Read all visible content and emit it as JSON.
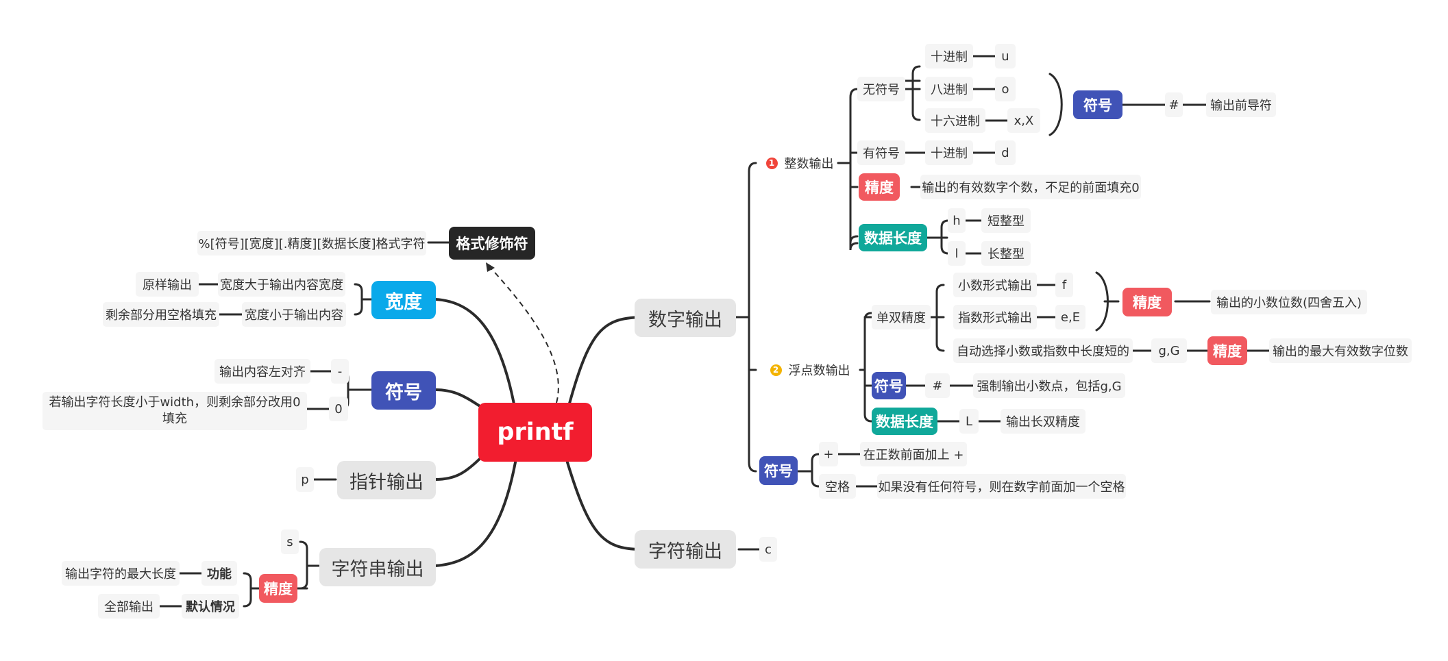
{
  "title": "printf",
  "format_specifier": {
    "label": "格式修饰符",
    "syntax": "%[符号][宽度][.精度][数据长度]格式字符"
  },
  "numeric_output": {
    "label": "数字输出",
    "integer": {
      "marker": "1",
      "label": "整数输出",
      "unsigned": {
        "label": "无符号",
        "decimal": "十进制",
        "decimal_char": "u",
        "octal": "八进制",
        "octal_char": "o",
        "hex": "十六进制",
        "hex_char": "x,X",
        "sign_label": "符号",
        "sign_char": "#",
        "sign_desc": "输出前导符"
      },
      "signed": {
        "label": "有符号",
        "decimal": "十进制",
        "decimal_char": "d"
      },
      "precision": {
        "label": "精度",
        "desc": "输出的有效数字个数，不足的前面填充0"
      },
      "length": {
        "label": "数据长度",
        "h": "h",
        "h_desc": "短整型",
        "l": "l",
        "l_desc": "长整型"
      }
    },
    "float": {
      "marker": "2",
      "label": "浮点数输出",
      "single_double": {
        "label": "单双精度",
        "decimal_form": "小数形式输出",
        "decimal_char": "f",
        "exp_form": "指数形式输出",
        "exp_char": "e,E",
        "precision_label": "精度",
        "precision_desc": "输出的小数位数(四舍五入)",
        "auto_form": "自动选择小数或指数中长度短的",
        "auto_char": "g,G",
        "auto_precision_label": "精度",
        "auto_precision_desc": "输出的最大有效数字位数"
      },
      "sign": {
        "label": "符号",
        "char": "#",
        "desc": "强制输出小数点，包括g,G"
      },
      "length": {
        "label": "数据长度",
        "char": "L",
        "desc": "输出长双精度"
      }
    },
    "sign": {
      "label": "符号",
      "plus": "+",
      "plus_desc": "在正数前面加上 +",
      "space": "空格",
      "space_desc": "如果没有任何符号，则在数字前面加一个空格"
    }
  },
  "char_output": {
    "label": "字符输出",
    "char": "c"
  },
  "width": {
    "label": "宽度",
    "greater": "宽度大于输出内容宽度",
    "greater_desc": "原样输出",
    "less": "宽度小于输出内容",
    "less_desc": "剩余部分用空格填充"
  },
  "sign_left": {
    "label": "符号",
    "minus": "-",
    "minus_desc": "输出内容左对齐",
    "zero": "0",
    "zero_desc": "若输出字符长度小于width，则剩余部分改用0填充"
  },
  "pointer_output": {
    "label": "指针输出",
    "char": "p"
  },
  "string_output": {
    "label": "字符串输出",
    "char": "s",
    "precision": {
      "label": "精度",
      "function": "功能",
      "function_desc": "输出字符的最大长度",
      "default": "默认情况",
      "default_desc": "全部输出"
    }
  },
  "colors": {
    "root": "#f21d2f",
    "blue": "#4053b7",
    "red": "#f1595f",
    "teal": "#10a89a",
    "sky": "#0aa9ea",
    "dark": "#262626",
    "line": "#2b2b2b"
  }
}
